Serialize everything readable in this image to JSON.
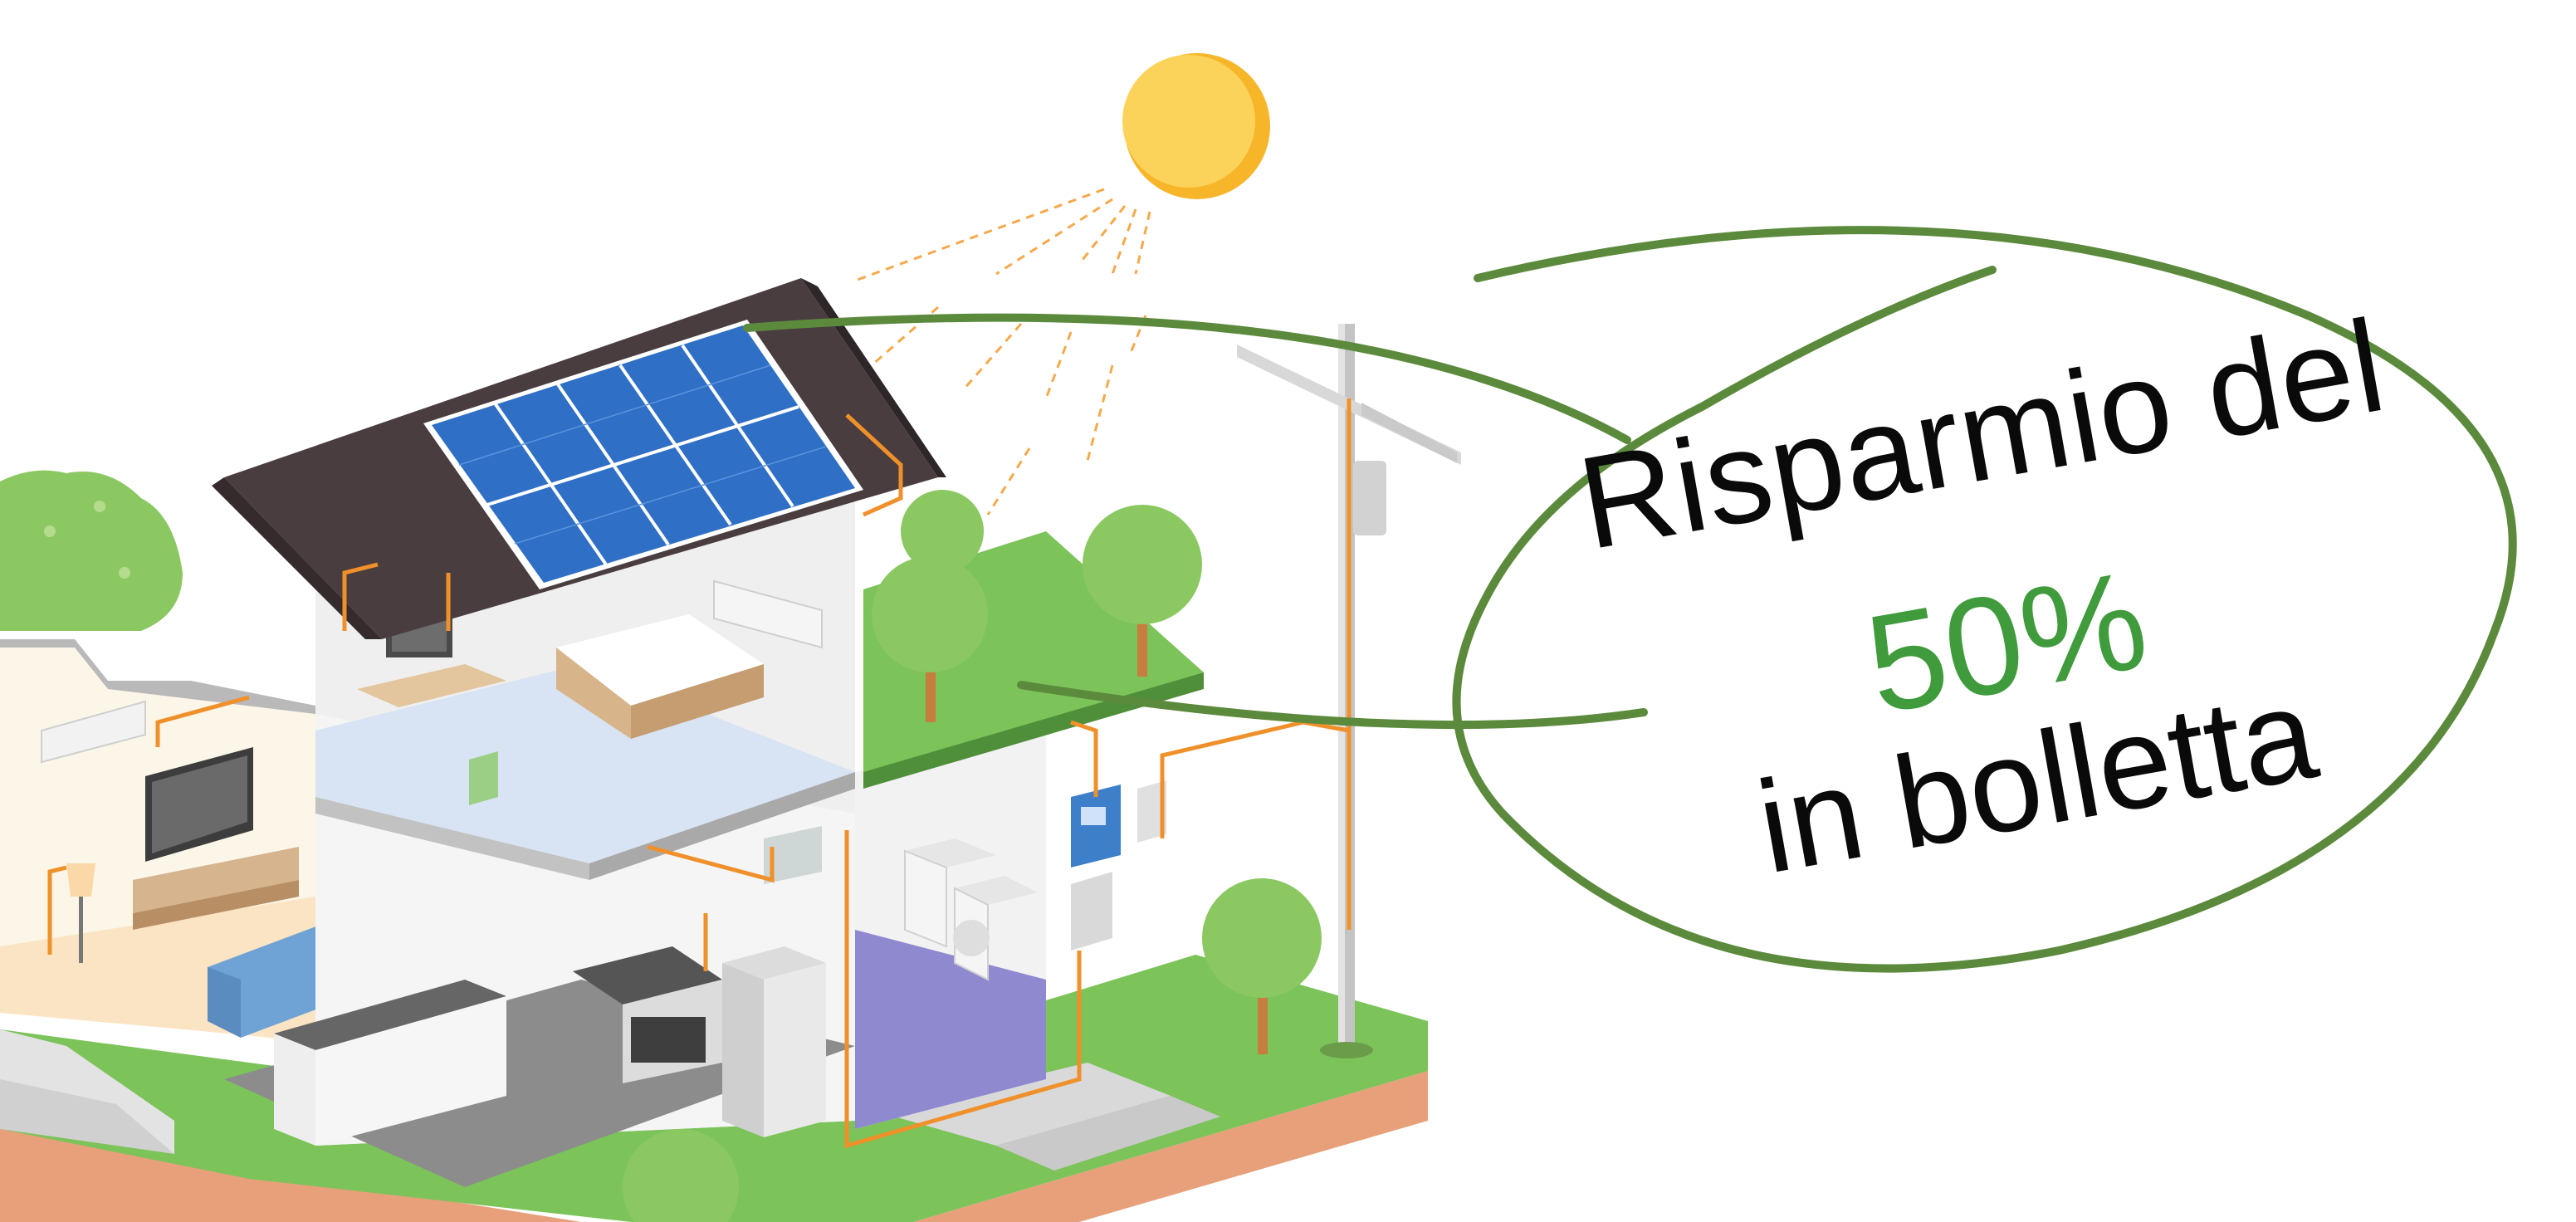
{
  "callout": {
    "line1": "Risparmio del",
    "line2": "50%",
    "line3": "in bolletta"
  },
  "colors": {
    "accent_green": "#3f9b3b",
    "ellipse_stroke": "#5c8a3c",
    "sun": "#f8c13a",
    "wire": "#f0902a",
    "solar_panel": "#2f6fc6",
    "roof": "#4a3d3f",
    "grass": "#7cc35a",
    "soil": "#e7a07a"
  },
  "icons": [
    "sun-icon",
    "solar-panel-icon",
    "utility-pole-icon",
    "house-icon",
    "tree-icon"
  ]
}
